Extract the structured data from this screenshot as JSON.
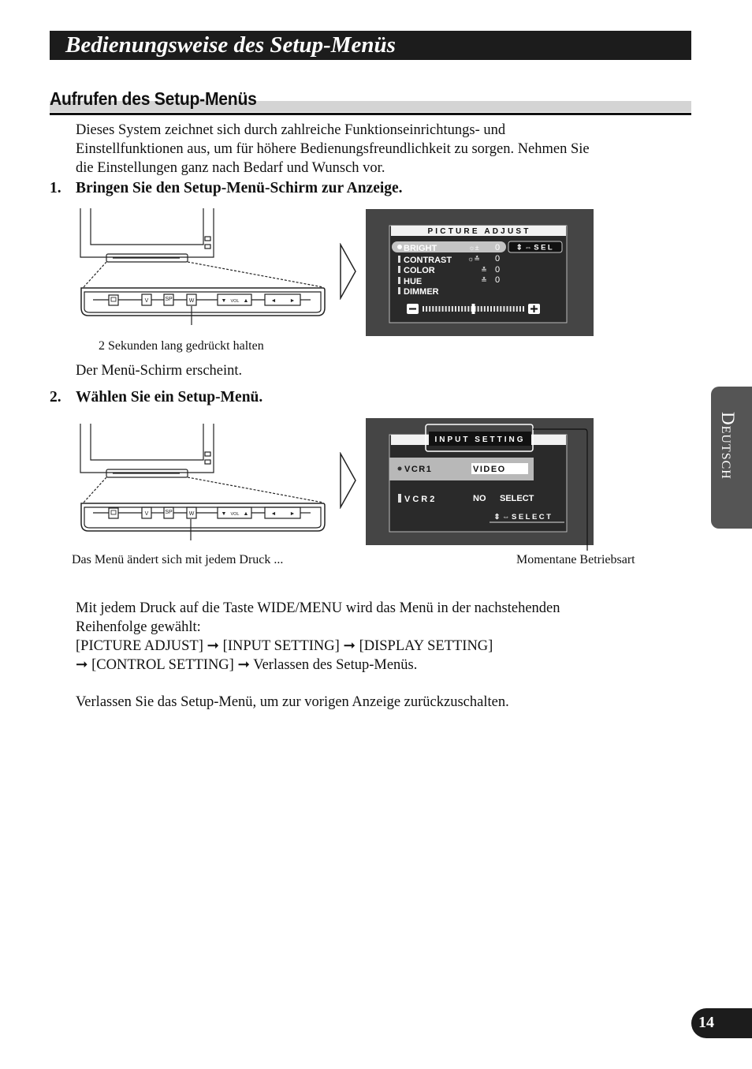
{
  "header": {
    "title": "Bedienungsweise des Setup-Menüs"
  },
  "section": {
    "title": "Aufrufen des Setup-Menüs"
  },
  "intro": [
    "Dieses System zeichnet sich durch zahlreiche Funktionseinrichtungs- und",
    "Einstellfunktionen aus, um für höhere Bedienungsfreundlichkeit zu sorgen. Nehmen Sie",
    "die Einstellungen ganz nach Bedarf und Wunsch vor."
  ],
  "step1": {
    "number": "1.",
    "text": "Bringen Sie den Setup-Menü-Schirm zur Anzeige.",
    "caption": "2 Sekunden lang gedrückt halten",
    "result": "Der Menü-Schirm erscheint."
  },
  "step2": {
    "number": "2.",
    "text": "Wählen Sie ein Setup-Menü.",
    "caption_left": "Das Menü ändert sich mit jedem Druck ...",
    "caption_right": "Momentane Betriebsart"
  },
  "buttons": {
    "v": "V",
    "sp": "SP",
    "w": "W",
    "vol_down": "▼",
    "vol": "VOL",
    "vol_up": "▲",
    "left": "◄",
    "right": "►"
  },
  "osd1": {
    "title": "PICTURE ADJUST",
    "items": [
      "BRIGHT",
      "CONTRAST",
      "COLOR",
      "HUE",
      "DIMMER"
    ],
    "values": [
      "0",
      "0",
      "0",
      "0"
    ],
    "sel": "SEL",
    "slider_level": 0.5
  },
  "osd2": {
    "title": "INPUT SETTING",
    "row1_label": "VCR1",
    "row1_value": "VIDEO",
    "row2_label": "VCR2",
    "row2_value": "NO",
    "row2_action": "SELECT",
    "select": "SELECT"
  },
  "body": {
    "line1": "Mit jedem Druck auf die Taste WIDE/MENU wird das Menü in der nachstehenden",
    "line2": "Reihenfolge gewählt:",
    "seq1": "[PICTURE ADJUST]",
    "seq2": "[INPUT SETTING]",
    "seq3": "[DISPLAY SETTING]",
    "seq4": "[CONTROL SETTING]",
    "seq5": "Verlassen des Setup-Menüs.",
    "arrow": "➞",
    "exit": "Verlassen Sie das Setup-Menü, um zur vorigen Anzeige zurückzuschalten."
  },
  "side_tab": "Deutsch",
  "page_number": "14"
}
